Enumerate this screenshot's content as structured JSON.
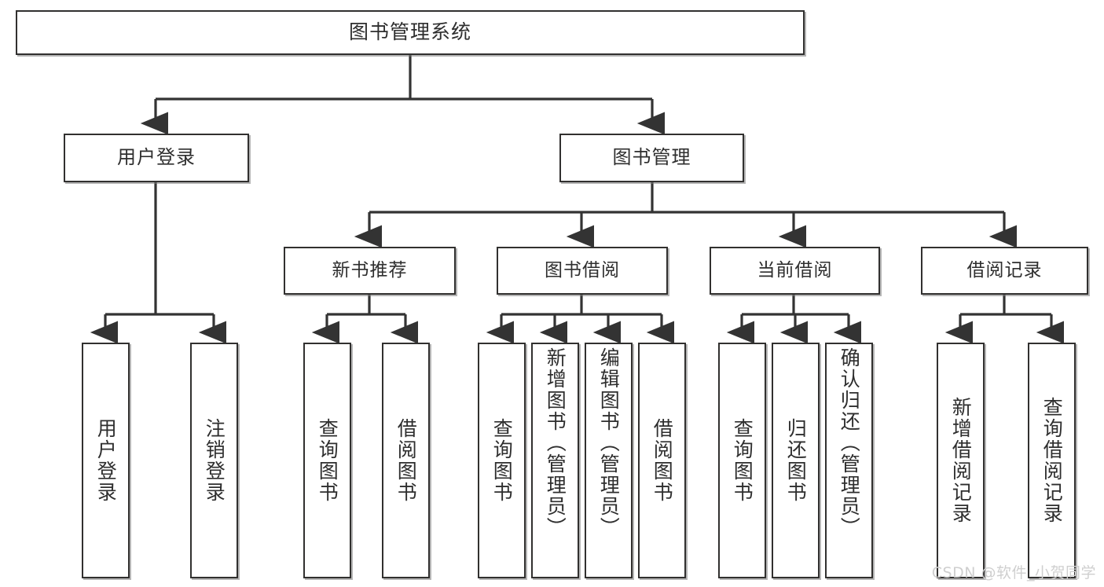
{
  "diagram": {
    "title": "图书管理系统",
    "type": "tree-hierarchy",
    "root": {
      "label": "图书管理系统"
    },
    "level1": [
      {
        "label": "用户登录"
      },
      {
        "label": "图书管理"
      }
    ],
    "level2": [
      {
        "label": "新书推荐"
      },
      {
        "label": "图书借阅"
      },
      {
        "label": "当前借阅"
      },
      {
        "label": "借阅记录"
      }
    ],
    "leaves": {
      "user_login": [
        {
          "label": "用户登录"
        },
        {
          "label": "注销登录"
        }
      ],
      "new_book_recommend": [
        {
          "label": "查询图书"
        },
        {
          "label": "借阅图书"
        }
      ],
      "book_borrow": [
        {
          "label": "查询图书"
        },
        {
          "label": "新增图书（管理员）"
        },
        {
          "label": "编辑图书（管理员）"
        },
        {
          "label": "借阅图书"
        }
      ],
      "current_borrow": [
        {
          "label": "查询图书"
        },
        {
          "label": "归还图书"
        },
        {
          "label": "确认归还（管理员）"
        }
      ],
      "borrow_record": [
        {
          "label": "新增借阅记录"
        },
        {
          "label": "查询借阅记录"
        }
      ]
    },
    "watermark": "CSDN @软件_小贺同学",
    "colors": {
      "box_border": "#31302f",
      "box_fill": "#ffffff",
      "connector": "#333333",
      "text": "#2e2e2e",
      "watermark": "#cfcfcf"
    }
  }
}
